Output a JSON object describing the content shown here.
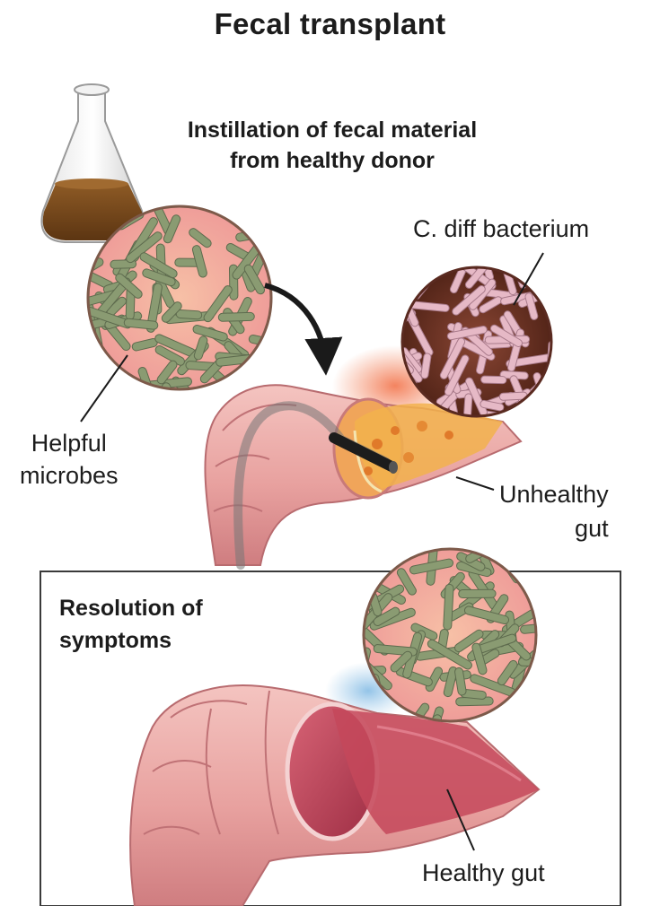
{
  "title": "Fecal transplant",
  "step_instillation": [
    "Instillation of fecal material",
    "from healthy donor"
  ],
  "step_resolution": [
    "Resolution of",
    "symptoms"
  ],
  "labels": {
    "cdiff": "C. diff bacterium",
    "helpful": [
      "Helpful",
      "microbes"
    ],
    "unhealthy": [
      "Unhealthy",
      "gut"
    ],
    "healthy": "Healthy gut"
  },
  "colors": {
    "colon_pink": "#e9a3a2",
    "colon_dark": "#b6585c",
    "microbe_bg": "#f2a9a0",
    "microbe_rod": "#8a9b72",
    "cdiff_bg": "#7a3b2e",
    "cdiff_rod": "#e6b9c6",
    "fluid": "#7a4a1e",
    "inflamed": "#f0b24a",
    "healthy_lumen": "#c4485b",
    "glow_blue": "#8fc1e6",
    "glow_red": "#f06a3a"
  },
  "icons": [
    "flask-icon",
    "arrow-icon",
    "colonoscope-icon"
  ]
}
